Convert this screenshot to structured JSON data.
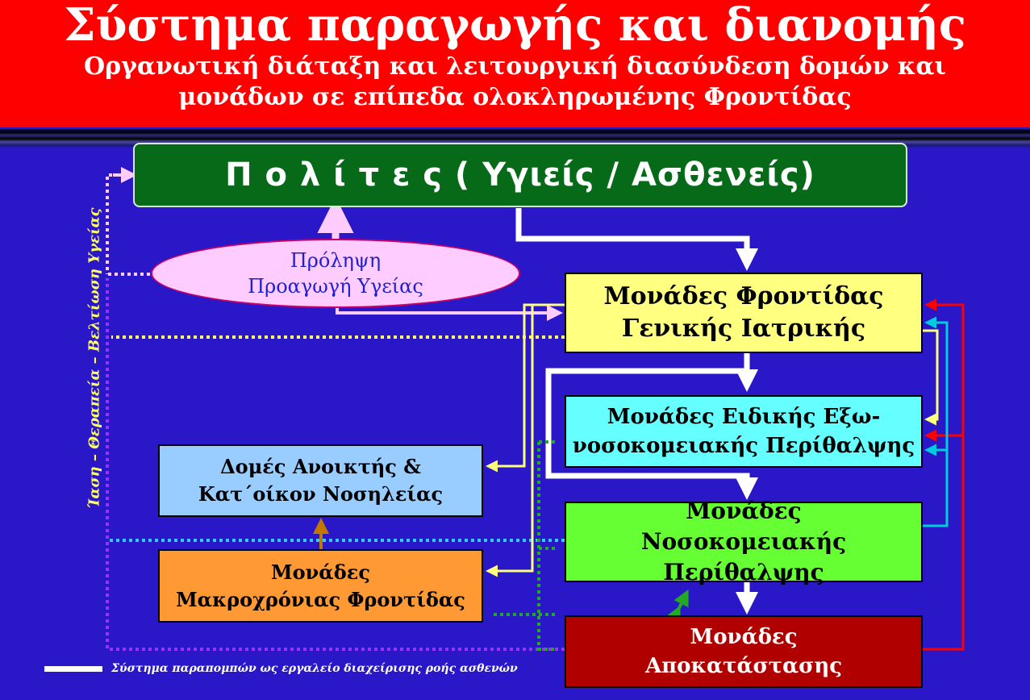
{
  "header": {
    "title": "Σύστημα παραγωγής και διανομής",
    "subtitle_line1": "Οργανωτική διάταξη και λειτουργική διασύνδεση δομών και",
    "subtitle_line2": "μονάδων σε επίπεδα ολοκληρωμένης Φροντίδας"
  },
  "citizens": {
    "label": "Π ο λ ί τ ε ς ( Υγιείς / Ασθενείς)"
  },
  "prevention": {
    "line1": "Πρόληψη",
    "line2": "Προαγωγή Υγείας"
  },
  "units": {
    "gp": {
      "line1": "Μονάδες Φροντίδας",
      "line2": "Γενικής Ιατρικής"
    },
    "specialist": {
      "line1": "Μονάδες Ειδικής Εξω-",
      "line2": "νοσοκομειακής Περίθαλψης"
    },
    "hospital": {
      "line1": "Μονάδες",
      "line2": "Νοσοκομειακής Περίθαλψης"
    },
    "rehab": {
      "line1": "Μονάδες",
      "line2": "Αποκατάστασης"
    },
    "open_care": {
      "line1": "Δομές Ανοικτής &",
      "line2": "Κατ΄οίκον Νοσηλείας"
    },
    "long_term": {
      "line1": "Μονάδες",
      "line2": "Μακροχρόνιας Φροντίδας"
    }
  },
  "side_label": "Ίαση – Θεραπεία – Βελτίωση Υγείας",
  "legend": {
    "text": "Σύστημα παραπομπών ως εργαλείο διαχείρισης ροής ασθενών"
  },
  "colors": {
    "background": "#2a18c8",
    "header": "#ff0000",
    "citizens": "#066a18",
    "gp": "#ffff80",
    "specialist": "#66ffff",
    "hospital": "#66ff33",
    "rehab": "#b00000",
    "open_care": "#99ccff",
    "long_term": "#ff9933",
    "prevention": "#ffccff"
  }
}
